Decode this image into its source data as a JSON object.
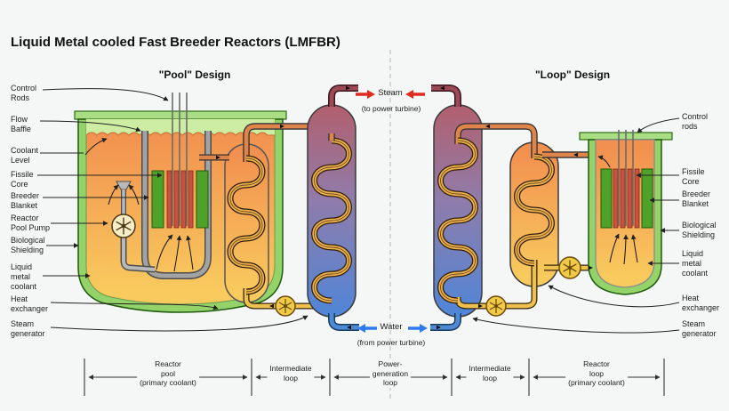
{
  "title": "Liquid Metal cooled Fast Breeder Reactors (LMFBR)",
  "pool_design": {
    "heading": "\"Pool\" Design",
    "labels": {
      "control_rods": "Control\nRods",
      "flow_baffle": "Flow\nBaffle",
      "coolant_level": "Coolant\nLevel",
      "fissile_core": "Fissile\nCore",
      "breeder_blanket": "Breeder\nBlanket",
      "reactor_pool_pump": "Reactor\nPool Pump",
      "biological_shielding": "Biological\nShielding",
      "liquid_metal_coolant": "Liquid\nmetal\ncoolant",
      "heat_exchanger": "Heat\nexchanger",
      "steam_generator": "Steam\ngenerator"
    }
  },
  "loop_design": {
    "heading": "\"Loop\" Design",
    "labels": {
      "control_rods": "Control\nrods",
      "fissile_core": "Fissile\nCore",
      "breeder_blanket": "Breeder\nBlanket",
      "biological_shielding": "Biological\nShielding",
      "liquid_metal_coolant": "Liquid\nmetal\ncoolant",
      "heat_exchanger": "Heat\nexchanger",
      "steam_generator": "Steam\ngenerator"
    }
  },
  "flows": {
    "steam_label": "Steam",
    "steam_note": "(to power turbine)",
    "water_label": "Water",
    "water_note": "(from power turbine)"
  },
  "scale": {
    "segments": [
      {
        "label": "Reactor\npool\n(primary coolant)"
      },
      {
        "label": "Intermediate\nloop"
      },
      {
        "label": "Power-\ngeneration\nloop"
      },
      {
        "label": "Intermediate\nloop"
      },
      {
        "label": "Reactor\nloop\n(primary coolant)"
      }
    ]
  },
  "colors": {
    "steam_arrow": "#e02b20",
    "water_arrow": "#2e7bf0",
    "hot_sodium": "#e0854a",
    "intermediate_sodium": "#eec04e",
    "steam_pipe": "#9b4a55",
    "water_pipe": "#4e8bd2"
  }
}
